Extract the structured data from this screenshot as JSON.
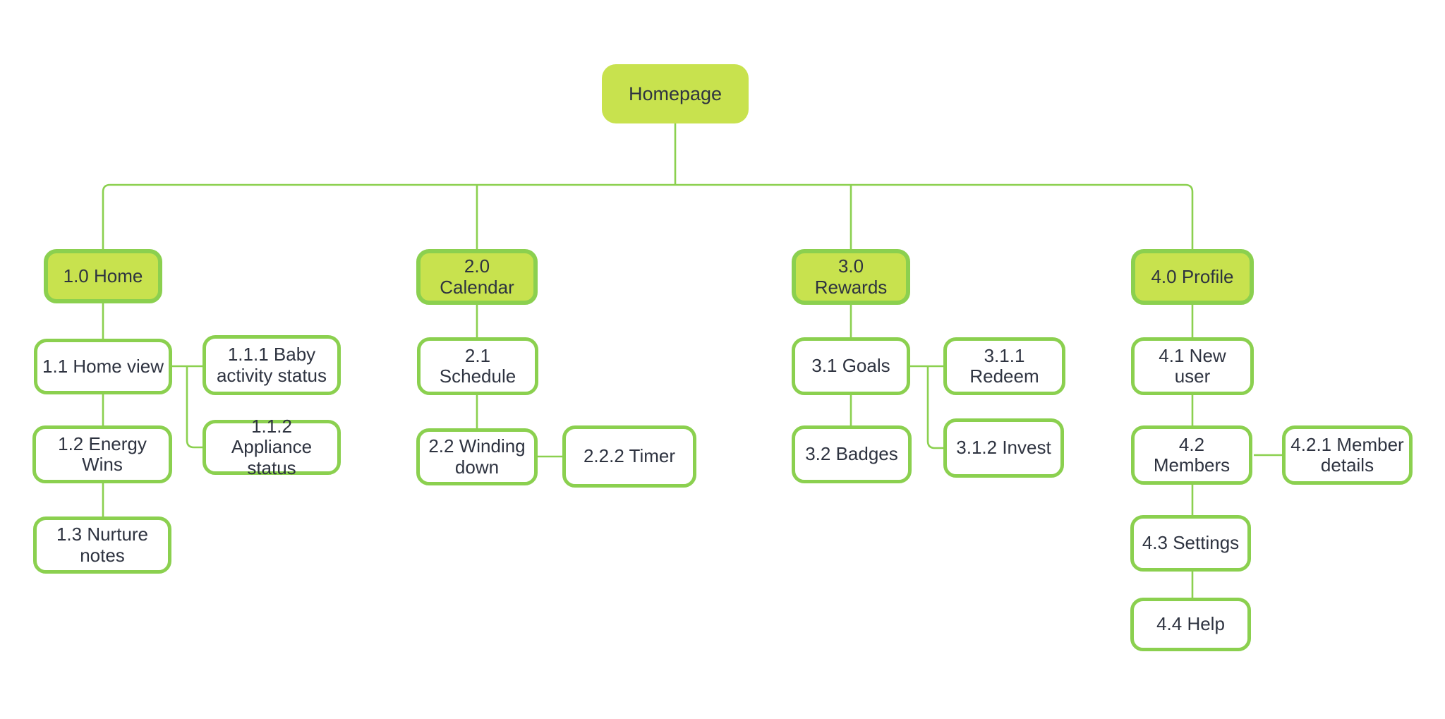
{
  "colors": {
    "node_fill_lime": "#c8e24e",
    "node_border_green": "#8bd04f",
    "connector_green": "#8bd04f",
    "text": "#2e3340",
    "background": "#ffffff"
  },
  "diagram_type": "sitemap-tree",
  "tree": {
    "root": {
      "label": "Homepage"
    },
    "branches": [
      {
        "head": {
          "label": "1.0 Home"
        },
        "children": [
          {
            "label": "1.1 Home view",
            "children": [
              {
                "label": "1.1.1 Baby activity status"
              },
              {
                "label": "1.1.2 Appliance status"
              }
            ]
          },
          {
            "label": "1.2 Energy Wins"
          },
          {
            "label": "1.3 Nurture notes"
          }
        ]
      },
      {
        "head": {
          "label": "2.0 Calendar"
        },
        "children": [
          {
            "label": "2.1 Schedule"
          },
          {
            "label": "2.2 Winding down",
            "children": [
              {
                "label": "2.2.2 Timer"
              }
            ]
          }
        ]
      },
      {
        "head": {
          "label": "3.0 Rewards"
        },
        "children": [
          {
            "label": "3.1 Goals",
            "children": [
              {
                "label": "3.1.1 Redeem"
              },
              {
                "label": "3.1.2 Invest"
              }
            ]
          },
          {
            "label": "3.2 Badges"
          }
        ]
      },
      {
        "head": {
          "label": "4.0 Profile"
        },
        "children": [
          {
            "label": "4.1 New user"
          },
          {
            "label": "4.2 Members",
            "children": [
              {
                "label": "4.2.1 Member details"
              }
            ]
          },
          {
            "label": "4.3 Settings"
          },
          {
            "label": "4.4 Help"
          }
        ]
      }
    ]
  }
}
